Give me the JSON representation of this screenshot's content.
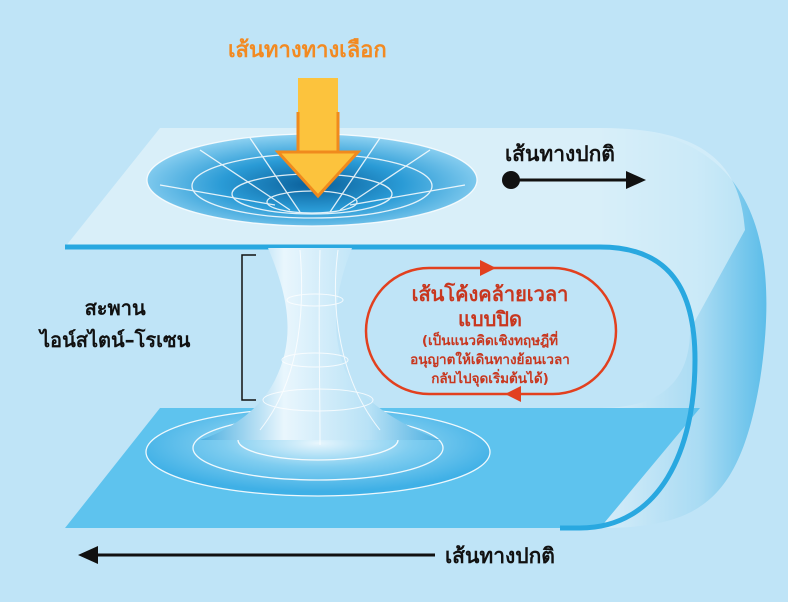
{
  "labels": {
    "alternate_path": "เส้นทางทางเลือก",
    "normal_path_top": "เส้นทางปกติ",
    "normal_path_bottom": "เส้นทางปกติ",
    "bridge_line1": "สะพาน",
    "bridge_line2": "ไอน์สไตน์–โรเซน",
    "ctc_title_line1": "เส้นโค้งคล้ายเวลา",
    "ctc_title_line2": "แบบปิด",
    "ctc_note_line1": "(เป็นแนวคิดเชิงทฤษฎีที่",
    "ctc_note_line2": "อนุญาตให้เดินทางย้อนเวลา",
    "ctc_note_line3": "กลับไปจุดเริ่มต้นได้)"
  },
  "colors": {
    "background": "#bfe4f7",
    "accent_orange": "#f28a22",
    "loop_red": "#e2401f",
    "sheet_blue": "#29a8e0"
  }
}
